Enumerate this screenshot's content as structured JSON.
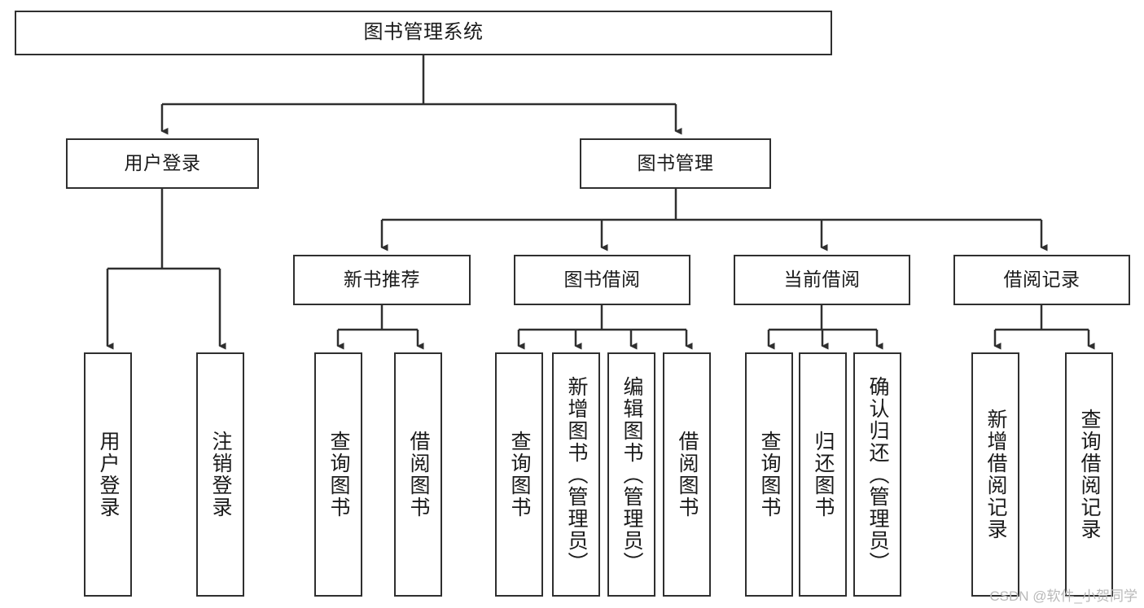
{
  "diagram": {
    "title": "图书管理系统",
    "type": "tree-hierarchy-functional-structure",
    "nodes": {
      "root": {
        "label": "图书管理系统"
      },
      "level2": [
        {
          "id": "user-login",
          "label": "用户登录"
        },
        {
          "id": "book-management",
          "label": "图书管理"
        }
      ],
      "level3": [
        {
          "id": "new-book-recommend",
          "label": "新书推荐"
        },
        {
          "id": "book-borrow",
          "label": "图书借阅"
        },
        {
          "id": "current-borrow",
          "label": "当前借阅"
        },
        {
          "id": "borrow-record",
          "label": "借阅记录"
        }
      ],
      "leaves": {
        "user-login": [
          {
            "id": "leaf-user-login",
            "label": "用户登录"
          },
          {
            "id": "leaf-logout-login",
            "label": "注销登录"
          }
        ],
        "new-book-recommend": [
          {
            "id": "leaf-query-book-1",
            "label": "查询图书"
          },
          {
            "id": "leaf-borrow-book-1",
            "label": "借阅图书"
          }
        ],
        "book-borrow": [
          {
            "id": "leaf-query-book-2",
            "label": "查询图书"
          },
          {
            "id": "leaf-add-book",
            "label": "新增图书（管理员）"
          },
          {
            "id": "leaf-edit-book",
            "label": "编辑图书（管理员）"
          },
          {
            "id": "leaf-borrow-book-2",
            "label": "借阅图书"
          }
        ],
        "current-borrow": [
          {
            "id": "leaf-query-book-3",
            "label": "查询图书"
          },
          {
            "id": "leaf-return-book",
            "label": "归还图书"
          },
          {
            "id": "leaf-confirm-return",
            "label": "确认归还（管理员）"
          }
        ],
        "borrow-record": [
          {
            "id": "leaf-add-borrow-record",
            "label": "新增借阅记录"
          },
          {
            "id": "leaf-query-borrow-record",
            "label": "查询借阅记录"
          }
        ]
      }
    },
    "colors": {
      "stroke": "#2f2f2f",
      "fill": "#ffffff",
      "text": "#1a1a1a",
      "watermark": "#b9b9b9"
    }
  },
  "watermark": {
    "text": "CSDN @软件_小贺同学"
  }
}
